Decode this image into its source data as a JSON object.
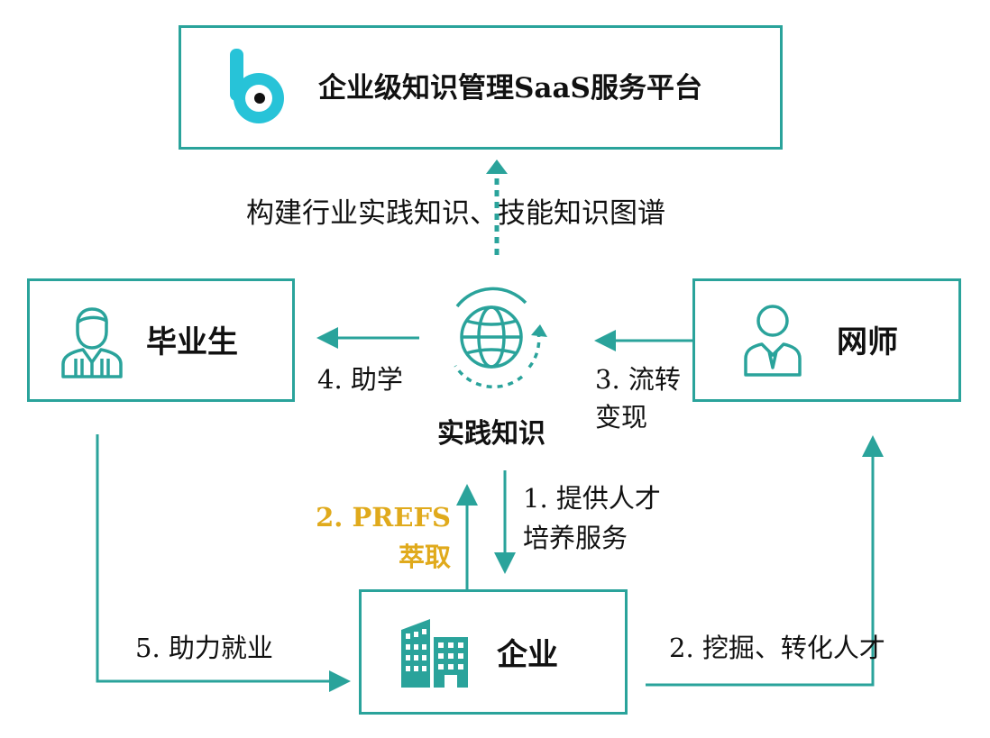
{
  "platform": {
    "title": "企业级知识管理SaaS服务平台",
    "logo_icon": "b-logo-icon"
  },
  "center": {
    "label": "实践知识",
    "icon": "globe-cycle-icon"
  },
  "nodes": {
    "graduate": {
      "label": "毕业生",
      "icon": "graduate-person-icon"
    },
    "mentor": {
      "label": "网师",
      "icon": "mentor-person-icon"
    },
    "enterprise": {
      "label": "企业",
      "icon": "building-icon"
    }
  },
  "edges": {
    "build_graph": "构建行业实践知识、技能知识图谱",
    "assist_learning": "4. 助学",
    "circulate": {
      "line1": "3. 流转",
      "line2": "变现"
    },
    "provide_training": {
      "line1": "1. 提供人才",
      "line2": "培养服务"
    },
    "prefs_extract": {
      "line1": "2. PREFS",
      "line2": "萃取"
    },
    "assist_employment": "5. 助力就业",
    "mine_talent": "2. 挖掘、转化人才"
  },
  "colors": {
    "teal": "#2aa39b",
    "accent": "#e0aa1c",
    "logo_cyan": "#27c3d8"
  }
}
